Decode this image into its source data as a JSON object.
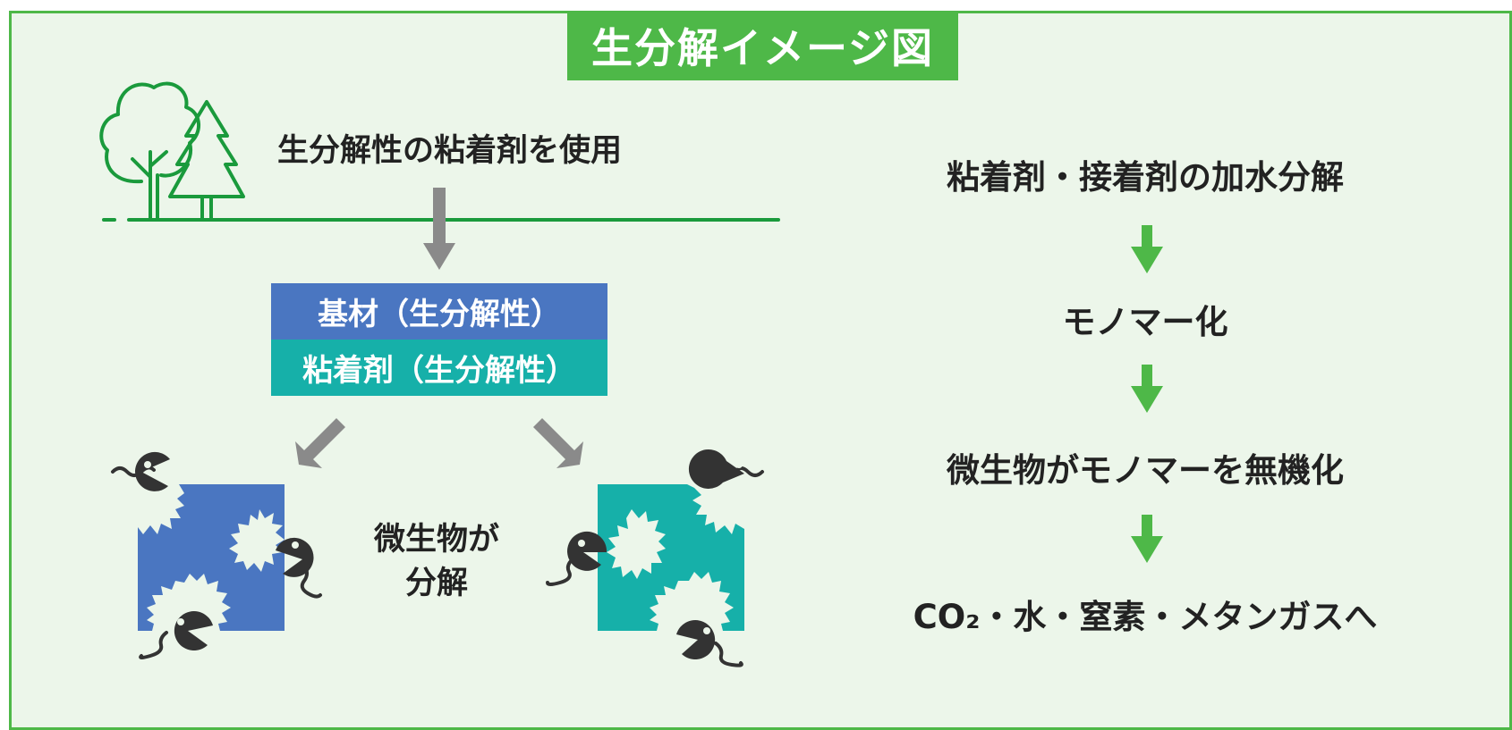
{
  "title": "生分解イメージ図",
  "lead_text": "生分解性の粘着剤を使用",
  "layers": {
    "base": "基材（生分解性）",
    "adhesive": "粘着剤（生分解性）"
  },
  "microbe_caption": {
    "line1": "微生物が",
    "line2": "分解"
  },
  "process_steps": [
    "粘着剤・接着剤の加水分解",
    "モノマー化",
    "微生物がモノマーを無機化",
    "CO₂・水・窒素・メタンガスへ"
  ],
  "colors": {
    "accent_green": "#4eb848",
    "frame_background": "#ecf6ea",
    "base_blue": "#4a76c1",
    "adhesive_teal": "#16b0a9",
    "tree_green": "#1a9a3c",
    "arrow_gray": "#8a8a8a",
    "microbe_dark": "#333333"
  },
  "icons": {
    "trees": "trees-icon",
    "microbe": "microbe-pacman-icon",
    "bite": "bite-burst-icon"
  }
}
